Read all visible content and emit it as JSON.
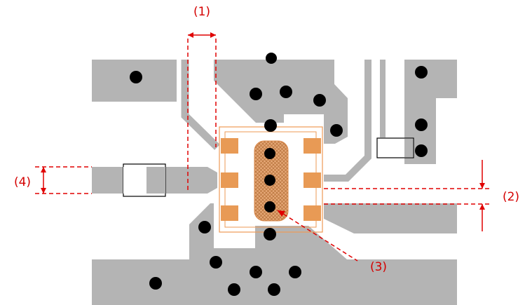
{
  "labels": {
    "dim1": "(1)",
    "dim2": "(2)",
    "dim3": "(3)",
    "dim4": "(4)"
  },
  "colors": {
    "copper": "#b4b4b4",
    "pad": "#e89a55",
    "annotation": "#e00000",
    "via": "#000000"
  }
}
